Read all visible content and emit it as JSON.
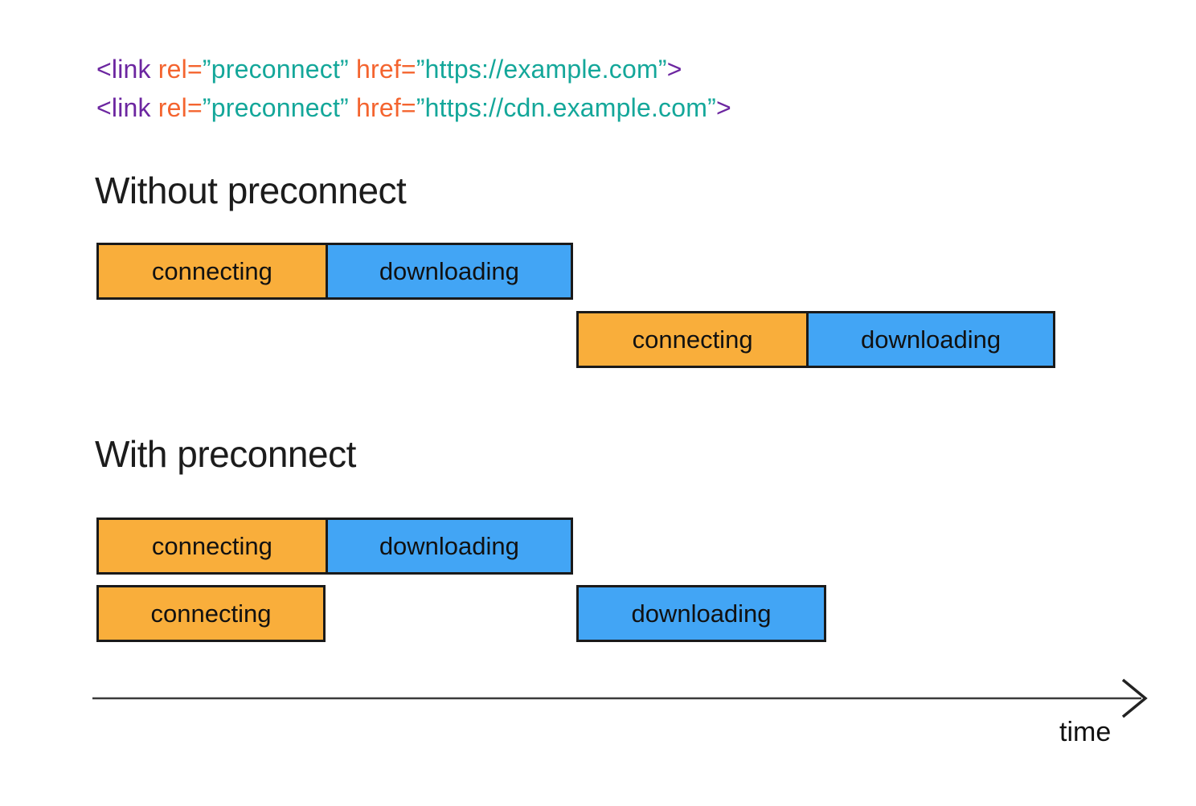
{
  "colors": {
    "purple": "#6c26a0",
    "orange_code": "#f4642f",
    "teal": "#14a79a",
    "bar_orange": "#f9ae3b",
    "bar_blue": "#42a5f5",
    "bar_border": "#1a1a1a",
    "axis": "#3a3a3a"
  },
  "code_lines": [
    {
      "tokens": [
        {
          "text": "<link ",
          "color": "#6c26a0"
        },
        {
          "text": "rel=",
          "color": "#f4642f"
        },
        {
          "text": "”preconnect”",
          "color": "#14a79a"
        },
        {
          "text": " href=",
          "color": "#f4642f"
        },
        {
          "text": "”https://example.com”",
          "color": "#14a79a"
        },
        {
          "text": ">",
          "color": "#6c26a0"
        }
      ]
    },
    {
      "tokens": [
        {
          "text": "<link ",
          "color": "#6c26a0"
        },
        {
          "text": "rel=",
          "color": "#f4642f"
        },
        {
          "text": "”preconnect”",
          "color": "#14a79a"
        },
        {
          "text": " href=",
          "color": "#f4642f"
        },
        {
          "text": "”https://cdn.example.com”",
          "color": "#14a79a"
        },
        {
          "text": ">",
          "color": "#6c26a0"
        }
      ]
    }
  ],
  "sections": [
    {
      "title": "Without preconnect",
      "bars": [
        {
          "segments": [
            {
              "label": "connecting",
              "color": "#f9ae3b"
            },
            {
              "label": "downloading",
              "color": "#42a5f5"
            }
          ]
        },
        {
          "segments": [
            {
              "label": "connecting",
              "color": "#f9ae3b"
            },
            {
              "label": "downloading",
              "color": "#42a5f5"
            }
          ]
        }
      ]
    },
    {
      "title": "With preconnect",
      "bars": [
        {
          "segments": [
            {
              "label": "connecting",
              "color": "#f9ae3b"
            },
            {
              "label": "downloading",
              "color": "#42a5f5"
            }
          ]
        },
        {
          "segments": [
            {
              "label": "connecting",
              "color": "#f9ae3b"
            }
          ]
        },
        {
          "segments": [
            {
              "label": "downloading",
              "color": "#42a5f5"
            }
          ]
        }
      ]
    }
  ],
  "axis": {
    "label": "time"
  }
}
